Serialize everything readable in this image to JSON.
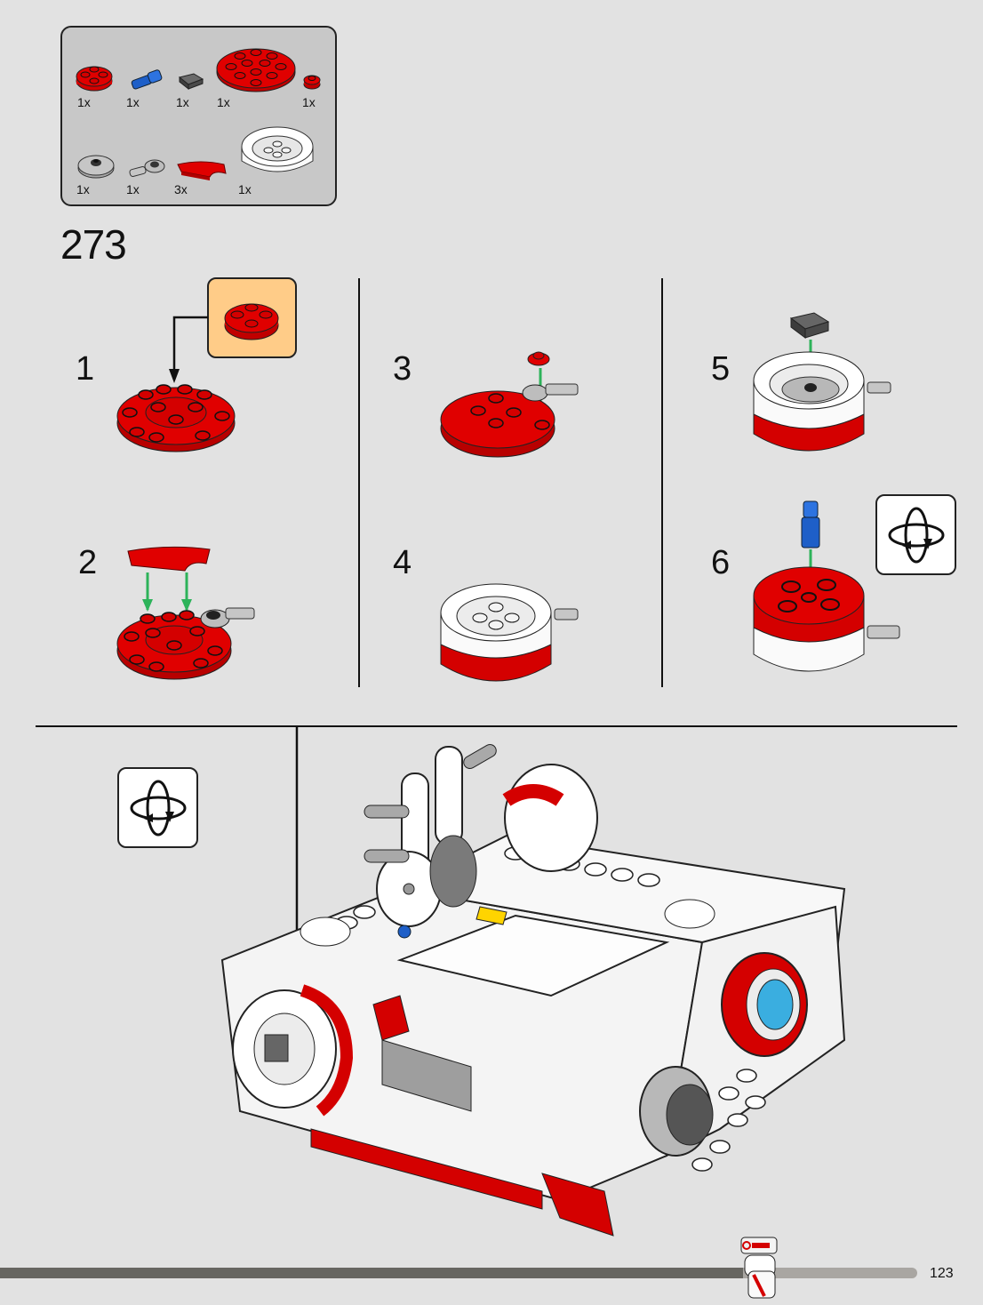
{
  "page": {
    "background": "#e2e2e2",
    "page_number": "123",
    "progress_fraction": 0.81
  },
  "parts_list": {
    "row1": [
      {
        "name": "red-round-plate-2x2-with-axle-hole",
        "qty": "1x",
        "color": "#d40000"
      },
      {
        "name": "blue-axle-pin",
        "qty": "1x",
        "color": "#1e5fc8"
      },
      {
        "name": "dark-grey-tile-1x1",
        "qty": "1x",
        "color": "#555555"
      },
      {
        "name": "red-round-plate-4x4",
        "qty": "1x",
        "color": "#d40000"
      },
      {
        "name": "red-round-plate-1x1",
        "qty": "1x",
        "color": "#d40000"
      }
    ],
    "row2": [
      {
        "name": "light-grey-round-tile-2x2-with-stud",
        "qty": "1x",
        "color": "#bdbdbd"
      },
      {
        "name": "light-grey-plate-with-pin-hole",
        "qty": "1x",
        "color": "#bdbdbd"
      },
      {
        "name": "red-curved-tile-quarter",
        "qty": "3x",
        "color": "#d40000"
      },
      {
        "name": "white-round-brick-4x4",
        "qty": "1x",
        "color": "#ffffff"
      }
    ]
  },
  "main_step": {
    "number": "273"
  },
  "sub_steps": [
    {
      "number": "1"
    },
    {
      "number": "2"
    },
    {
      "number": "3"
    },
    {
      "number": "4"
    },
    {
      "number": "5"
    },
    {
      "number": "6"
    }
  ],
  "icons": {
    "rotate_model": "rotate-model-icon",
    "insertion_arrow": "green-arrow-icon"
  },
  "colors": {
    "lego_red": "#d40000",
    "insert_arrow_green": "#2db35a",
    "callout_bg": "#ffcc88",
    "parts_box_bg": "#c8c8c8"
  }
}
